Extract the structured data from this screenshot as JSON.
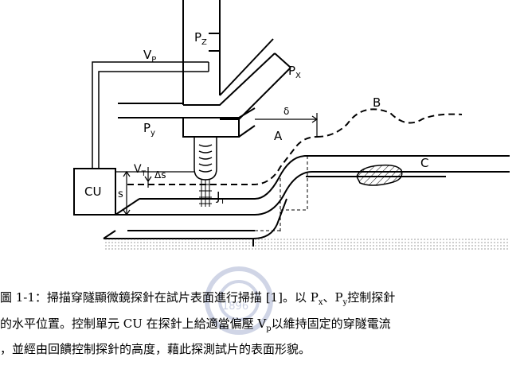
{
  "diagram": {
    "labels": {
      "pz": "P",
      "pz_sub": "Z",
      "vp": "V",
      "vp_sub": "P",
      "px": "P",
      "px_sub": "X",
      "py": "P",
      "py_sub": "y",
      "vt": "V",
      "vt_sub": "T",
      "ds": "Δs",
      "s": "s",
      "cu": "CU",
      "jt": "J",
      "jt_sub": "T",
      "delta": "δ",
      "a": "A",
      "b": "B",
      "c": "C"
    },
    "watermark": {
      "text": "1896"
    }
  },
  "caption": {
    "line1_a": "圖 1-1：掃描穿隧顯微鏡探針在試片表面進行掃描 [1]。以 P",
    "line1_sub_x": "x",
    "line1_b": "、P",
    "line1_sub_y": "y",
    "line1_c": "控制探針",
    "line2_a": "的水平位置。控制單元 CU 在探針上給適當偏壓 V",
    "line2_sub_p": "p",
    "line2_b": "以維持固定的穿隧電流",
    "line3": "，並經由回饋控制探針的高度，藉此探測試片的表面形貌。"
  }
}
